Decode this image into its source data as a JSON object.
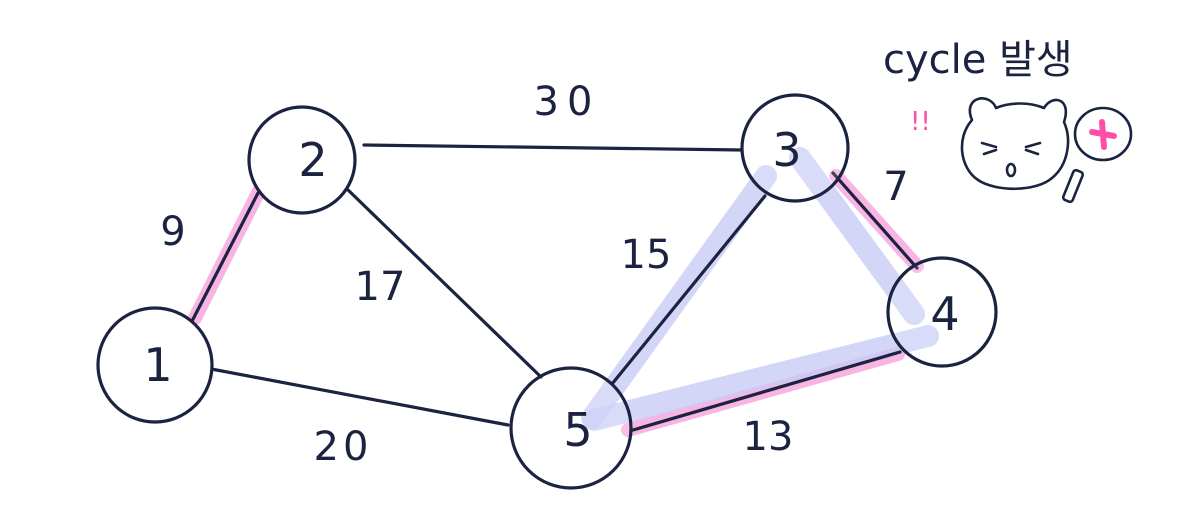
{
  "colors": {
    "ink": "#1b2340",
    "highlight_pink": "#f7a8dd",
    "highlight_lavender": "#c9ccf6",
    "accent_pink": "#ff4fa8"
  },
  "nodes": [
    {
      "id": "1",
      "label": "1"
    },
    {
      "id": "2",
      "label": "2"
    },
    {
      "id": "3",
      "label": "3"
    },
    {
      "id": "4",
      "label": "4"
    },
    {
      "id": "5",
      "label": "5"
    }
  ],
  "edges": [
    {
      "from": "1",
      "to": "2",
      "weight": "9",
      "highlight": "pink"
    },
    {
      "from": "2",
      "to": "3",
      "weight": "30",
      "highlight": "none"
    },
    {
      "from": "2",
      "to": "5",
      "weight": "17",
      "highlight": "none"
    },
    {
      "from": "1",
      "to": "5",
      "weight": "20",
      "highlight": "none"
    },
    {
      "from": "3",
      "to": "5",
      "weight": "15",
      "highlight": "lavender"
    },
    {
      "from": "3",
      "to": "4",
      "weight": "7",
      "highlight": "pink"
    },
    {
      "from": "4",
      "to": "5",
      "weight": "13",
      "highlight": "pink"
    }
  ],
  "annotation": {
    "text": "cycle 발생",
    "exclaim": "!!",
    "mascot_icon": "shocked-bear-icon",
    "sign_icon": "x-sign-icon"
  }
}
